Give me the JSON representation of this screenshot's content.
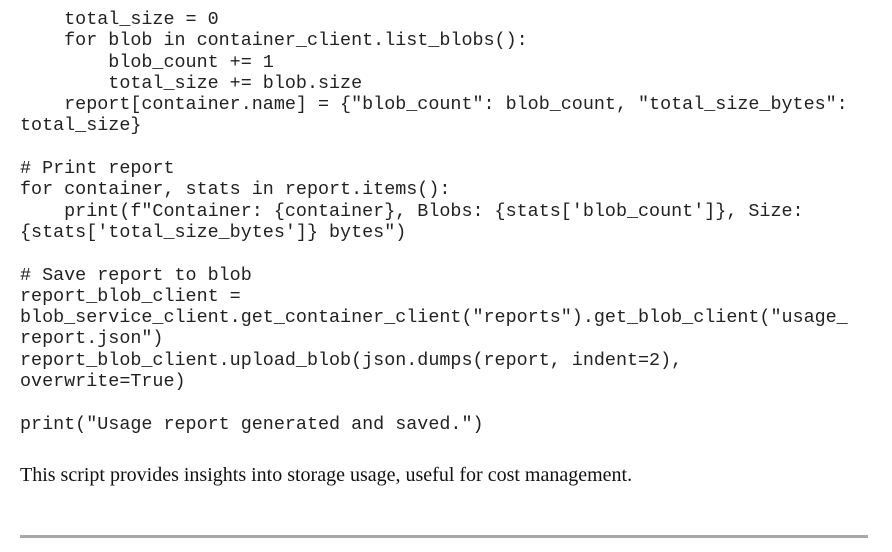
{
  "code_lines": [
    "    total_size = 0",
    "    for blob in container_client.list_blobs():",
    "        blob_count += 1",
    "        total_size += blob.size",
    "    report[container.name] = {\"blob_count\": blob_count, \"total_size_bytes\":",
    "total_size}",
    "",
    "# Print report",
    "for container, stats in report.items():",
    "    print(f\"Container: {container}, Blobs: {stats['blob_count']}, Size:",
    "{stats['total_size_bytes']} bytes\")",
    "",
    "# Save report to blob",
    "report_blob_client =",
    "blob_service_client.get_container_client(\"reports\").get_blob_client(\"usage_",
    "report.json\")",
    "report_blob_client.upload_blob(json.dumps(report, indent=2),",
    "overwrite=True)",
    "",
    "print(\"Usage report generated and saved.\")"
  ],
  "prose": "This script provides insights into storage usage, useful for cost management."
}
